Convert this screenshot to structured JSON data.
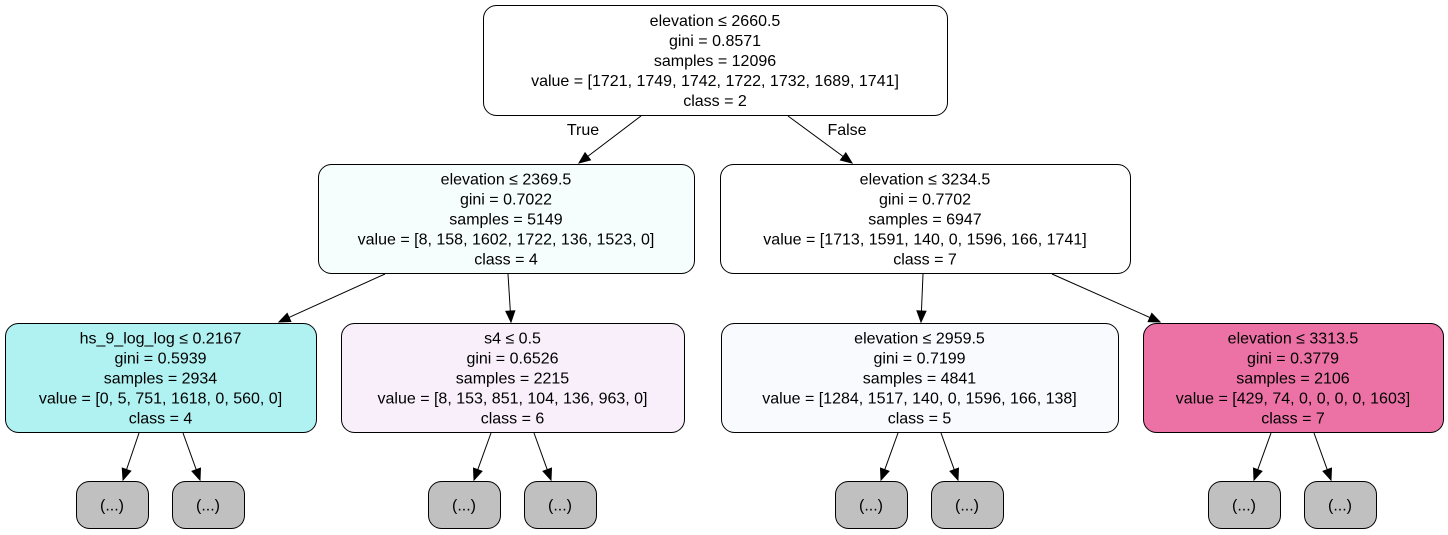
{
  "tree": {
    "nodes": [
      {
        "id": "n0",
        "lines": [
          "elevation ≤ 2660.5",
          "gini = 0.8571",
          "samples = 12096",
          "value = [1721, 1749, 1742, 1722, 1732, 1689, 1741]",
          "class = 2"
        ],
        "fill": "#ffffff"
      },
      {
        "id": "n1",
        "lines": [
          "elevation ≤ 2369.5",
          "gini = 0.7022",
          "samples = 5149",
          "value = [8, 158, 1602, 1722, 136, 1523, 0]",
          "class = 4"
        ],
        "fill": "#f5fdfd"
      },
      {
        "id": "n2",
        "lines": [
          "elevation ≤ 3234.5",
          "gini = 0.7702",
          "samples = 6947",
          "value = [1713, 1591, 140, 0, 1596, 166, 1741]",
          "class = 7"
        ],
        "fill": "#ffffff"
      },
      {
        "id": "n3",
        "lines": [
          "hs_9_log_log ≤ 0.2167",
          "gini = 0.5939",
          "samples = 2934",
          "value = [0, 5, 751, 1618, 0, 560, 0]",
          "class = 4"
        ],
        "fill": "#b0f1f1"
      },
      {
        "id": "n4",
        "lines": [
          "s4 ≤ 0.5",
          "gini = 0.6526",
          "samples = 2215",
          "value = [8, 153, 851, 104, 136, 963, 0]",
          "class = 6"
        ],
        "fill": "#f8effb"
      },
      {
        "id": "n5",
        "lines": [
          "elevation ≤ 2959.5",
          "gini = 0.7199",
          "samples = 4841",
          "value = [1284, 1517, 140, 0, 1596, 166, 138]",
          "class = 5"
        ],
        "fill": "#f8fafe"
      },
      {
        "id": "n6",
        "lines": [
          "elevation ≤ 3313.5",
          "gini = 0.3779",
          "samples = 2106",
          "value = [429, 74, 0, 0, 0, 0, 1603]",
          "class = 7"
        ],
        "fill": "#ec72a6"
      },
      {
        "id": "t1",
        "lines": [
          "(...)"
        ],
        "fill": "#c0c0c0"
      },
      {
        "id": "t2",
        "lines": [
          "(...)"
        ],
        "fill": "#c0c0c0"
      },
      {
        "id": "t3",
        "lines": [
          "(...)"
        ],
        "fill": "#c0c0c0"
      },
      {
        "id": "t4",
        "lines": [
          "(...)"
        ],
        "fill": "#c0c0c0"
      },
      {
        "id": "t5",
        "lines": [
          "(...)"
        ],
        "fill": "#c0c0c0"
      },
      {
        "id": "t6",
        "lines": [
          "(...)"
        ],
        "fill": "#c0c0c0"
      },
      {
        "id": "t7",
        "lines": [
          "(...)"
        ],
        "fill": "#c0c0c0"
      },
      {
        "id": "t8",
        "lines": [
          "(...)"
        ],
        "fill": "#c0c0c0"
      }
    ],
    "edges": [
      {
        "from": "n0",
        "to": "n1",
        "label": "True"
      },
      {
        "from": "n0",
        "to": "n2",
        "label": "False"
      },
      {
        "from": "n1",
        "to": "n3",
        "label": ""
      },
      {
        "from": "n1",
        "to": "n4",
        "label": ""
      },
      {
        "from": "n2",
        "to": "n5",
        "label": ""
      },
      {
        "from": "n2",
        "to": "n6",
        "label": ""
      },
      {
        "from": "n3",
        "to": "t1",
        "label": ""
      },
      {
        "from": "n3",
        "to": "t2",
        "label": ""
      },
      {
        "from": "n4",
        "to": "t3",
        "label": ""
      },
      {
        "from": "n4",
        "to": "t4",
        "label": ""
      },
      {
        "from": "n5",
        "to": "t5",
        "label": ""
      },
      {
        "from": "n5",
        "to": "t6",
        "label": ""
      },
      {
        "from": "n6",
        "to": "t7",
        "label": ""
      },
      {
        "from": "n6",
        "to": "t8",
        "label": ""
      }
    ]
  }
}
